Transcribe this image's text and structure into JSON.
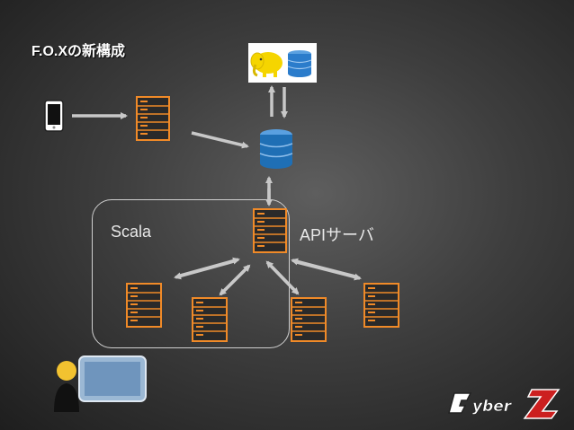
{
  "slide": {
    "title": "F.O.Xの新構成",
    "scala_label": "Scala",
    "api_label": "APIサーバ",
    "logo_text": "CyberZ"
  },
  "colors": {
    "background": "#444444",
    "server_orange": "#f08a28",
    "arrow": "#c8c8c8",
    "database_blue": "#1f6fb5",
    "hadoop_yellow": "#f5d500",
    "logo_red": "#cc1f1f"
  },
  "icons": [
    "smartphone-icon",
    "server-icon",
    "database-icon",
    "hadoop-elephant-icon",
    "user-at-monitor-icon",
    "cyberz-logo"
  ]
}
